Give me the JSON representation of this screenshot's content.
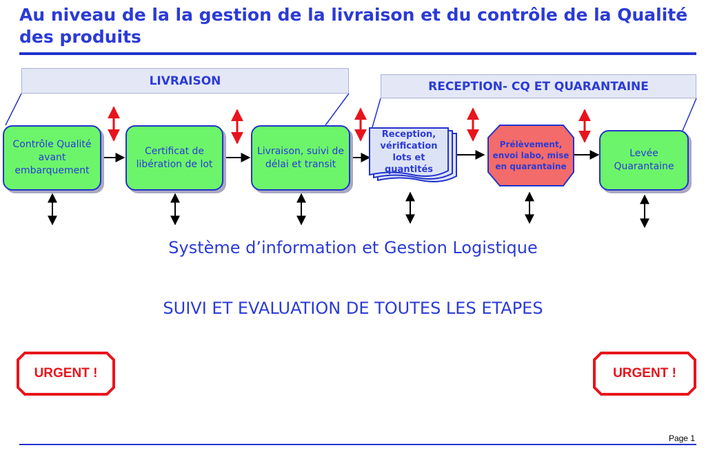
{
  "title": "Au niveau de la la gestion de la livraison et du contrôle de la Qualité des produits",
  "bands": {
    "livraison": "LIVRAISON",
    "reception": "RECEPTION- CQ ET QUARANTAINE"
  },
  "steps": [
    {
      "label": "Contrôle Qualité avant embarquement"
    },
    {
      "label": "Certificat de libération de lot"
    },
    {
      "label": "Livraison, suivi de délai et transit"
    },
    {
      "label": "Reception, vérification lots et quantités"
    },
    {
      "label": "Prélèvement, envoi labo, mise en quarantaine"
    },
    {
      "label": "Levée Quarantaine"
    }
  ],
  "system_text": "Système d’information et Gestion Logistique",
  "tracking_text": "SUIVI ET EVALUATION DE TOUTES LES ETAPES",
  "urgent_left": "URGENT !",
  "urgent_right": "URGENT !",
  "page_label": "Page 1",
  "colors": {
    "accent": "#2b3bd6",
    "step_fill": "#6cf56a",
    "prelevement_fill": "#f36b6b",
    "reception_fill": "#dde3f6",
    "urgent": "#e8141c",
    "feedback_arrow": "#e8141c"
  }
}
